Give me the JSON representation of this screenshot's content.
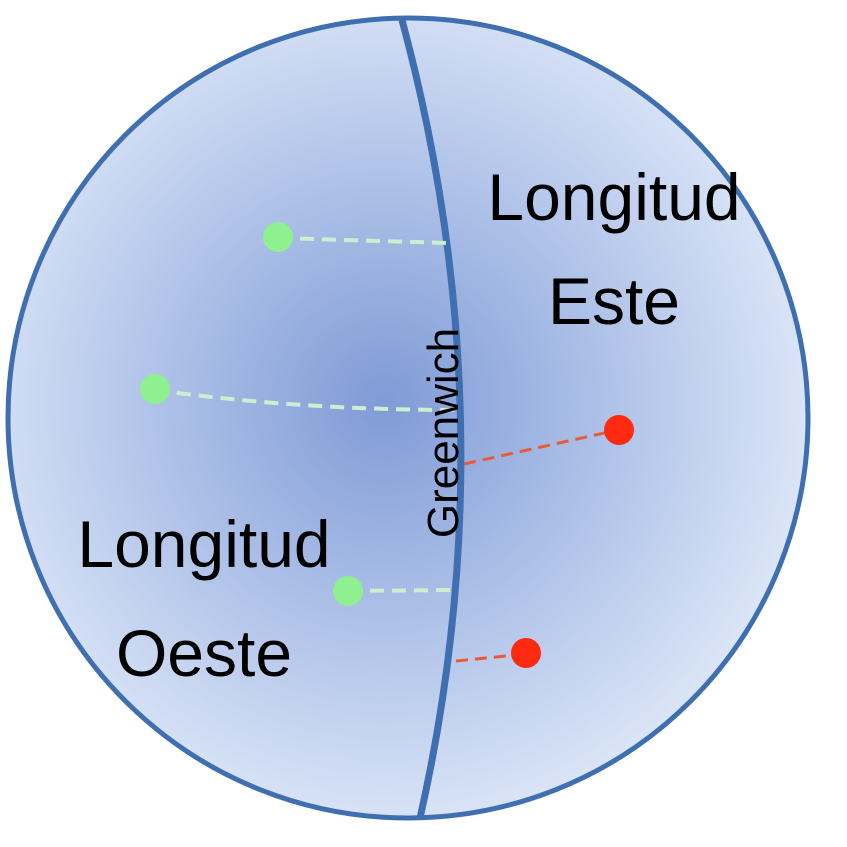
{
  "labels": {
    "east_line1": "Longitud",
    "east_line2": "Este",
    "west_line1": "Longitud",
    "west_line2": "Oeste",
    "meridian": "Greenwich"
  },
  "colors": {
    "sphere_center": "#7f9bd6",
    "sphere_edge": "#d9e4f7",
    "outline": "#3f6fb0",
    "west_points": "#8ff08f",
    "east_points": "#ff2a10",
    "text": "#000000"
  }
}
